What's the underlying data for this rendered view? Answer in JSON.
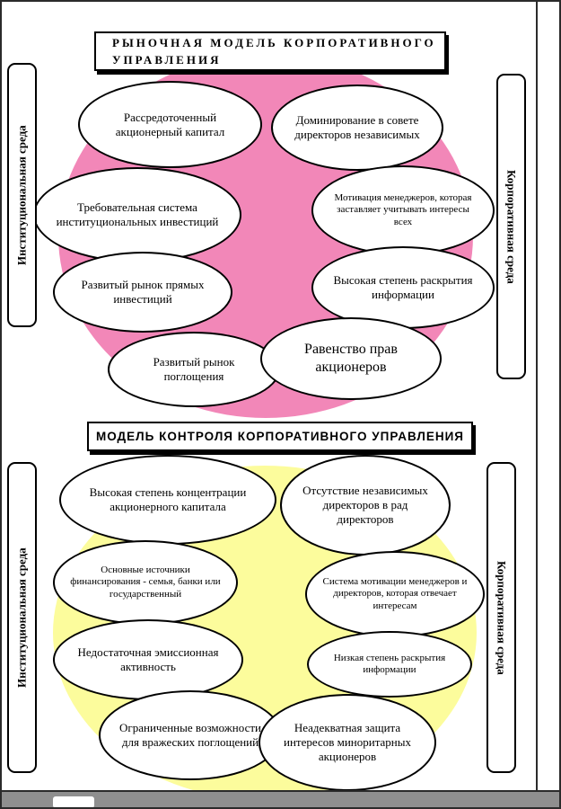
{
  "page": {
    "sections": {
      "market": {
        "title": "РЫНОЧНАЯ МОДЕЛЬ КОРПОРАТИВНОГО УПРАВЛЕНИЯ",
        "left_label": "Институциональная среда",
        "right_label": "Корпоративная среда",
        "circle_color": "#F287B8",
        "ellipses": [
          {
            "text": "Рассредоточенный акционерный капитал"
          },
          {
            "text": "Доминирование в совете директоров независимых"
          },
          {
            "text": "Требовательная система институциональных инвестиций"
          },
          {
            "text": "Мотивация менеджеров, которая заставляет учитывать интересы всех"
          },
          {
            "text": "Развитый рынок прямых инвестиций"
          },
          {
            "text": "Высокая степень раскрытия информации"
          },
          {
            "text": "Развитый рынок поглощения"
          },
          {
            "text": "Равенство прав акционеров"
          }
        ]
      },
      "control": {
        "title": "МОДЕЛЬ КОНТРОЛЯ КОРПОРАТИВНОГО УПРАВЛЕНИЯ",
        "left_label": "Институциональная среда",
        "right_label": "Корпоративная среда",
        "circle_color": "#FCFC9C",
        "ellipses": [
          {
            "text": "Высокая степень концентрации акционерного капитала"
          },
          {
            "text": "Отсутствие независимых директоров в рад директоров"
          },
          {
            "text": "Основные источники финансирования - семья, банки или государственный"
          },
          {
            "text": "Система мотивации менеджеров и директоров, которая отвечает интересам"
          },
          {
            "text": "Недостаточная эмиссионная активность"
          },
          {
            "text": "Низкая степень раскрытия информации"
          },
          {
            "text": "Ограниченные возможности для вражеских поглощений"
          },
          {
            "text": "Неадекватная защита интересов миноритарных акционеров"
          }
        ]
      }
    }
  }
}
